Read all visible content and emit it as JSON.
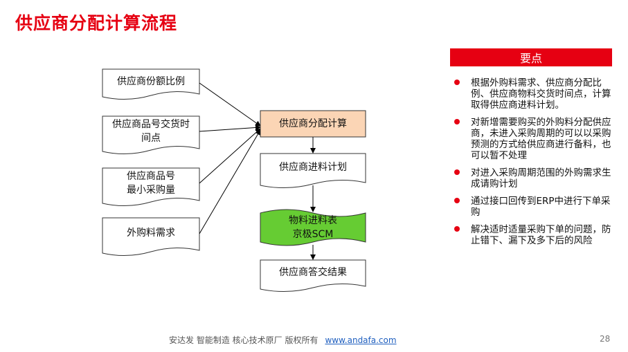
{
  "title": "供应商分配计算流程",
  "inputs": [
    {
      "label": "供应商份额比例"
    },
    {
      "label": "供应商品号交货时\n间点"
    },
    {
      "label": "供应商品号\n最小采购量"
    },
    {
      "label": "外购料需求"
    }
  ],
  "process": {
    "label": "供应商分配计算"
  },
  "plan": {
    "label": "供应商进料计划"
  },
  "scm": {
    "label": "物料进料表\n京极SCM"
  },
  "result": {
    "label": "供应商答交结果"
  },
  "keypoints": {
    "header": "要点",
    "items": [
      "根据外购料需求、供应商分配比例、供应商物料交货时间点，计算取得供应商进料计划。",
      "对新增需要购买的外购料分配供应商，未进入采购周期的可以以采购预测的方式给供应商进行备料，也可以暂不处理",
      "对进入采购周期范围的外购需求生成请购计划",
      "通过接口回传到ERP中进行下单采购",
      "解决适时适量采购下单的问题，防止错下、漏下及多下后的风险"
    ]
  },
  "footer": {
    "text": "安达发   智能制造 核心技术原厂   版权所有",
    "link": "www.andafa.com",
    "page": "28"
  },
  "colors": {
    "accent": "#e60012",
    "process_fill": "#fbd5b5",
    "scm_fill": "#66cc33"
  }
}
